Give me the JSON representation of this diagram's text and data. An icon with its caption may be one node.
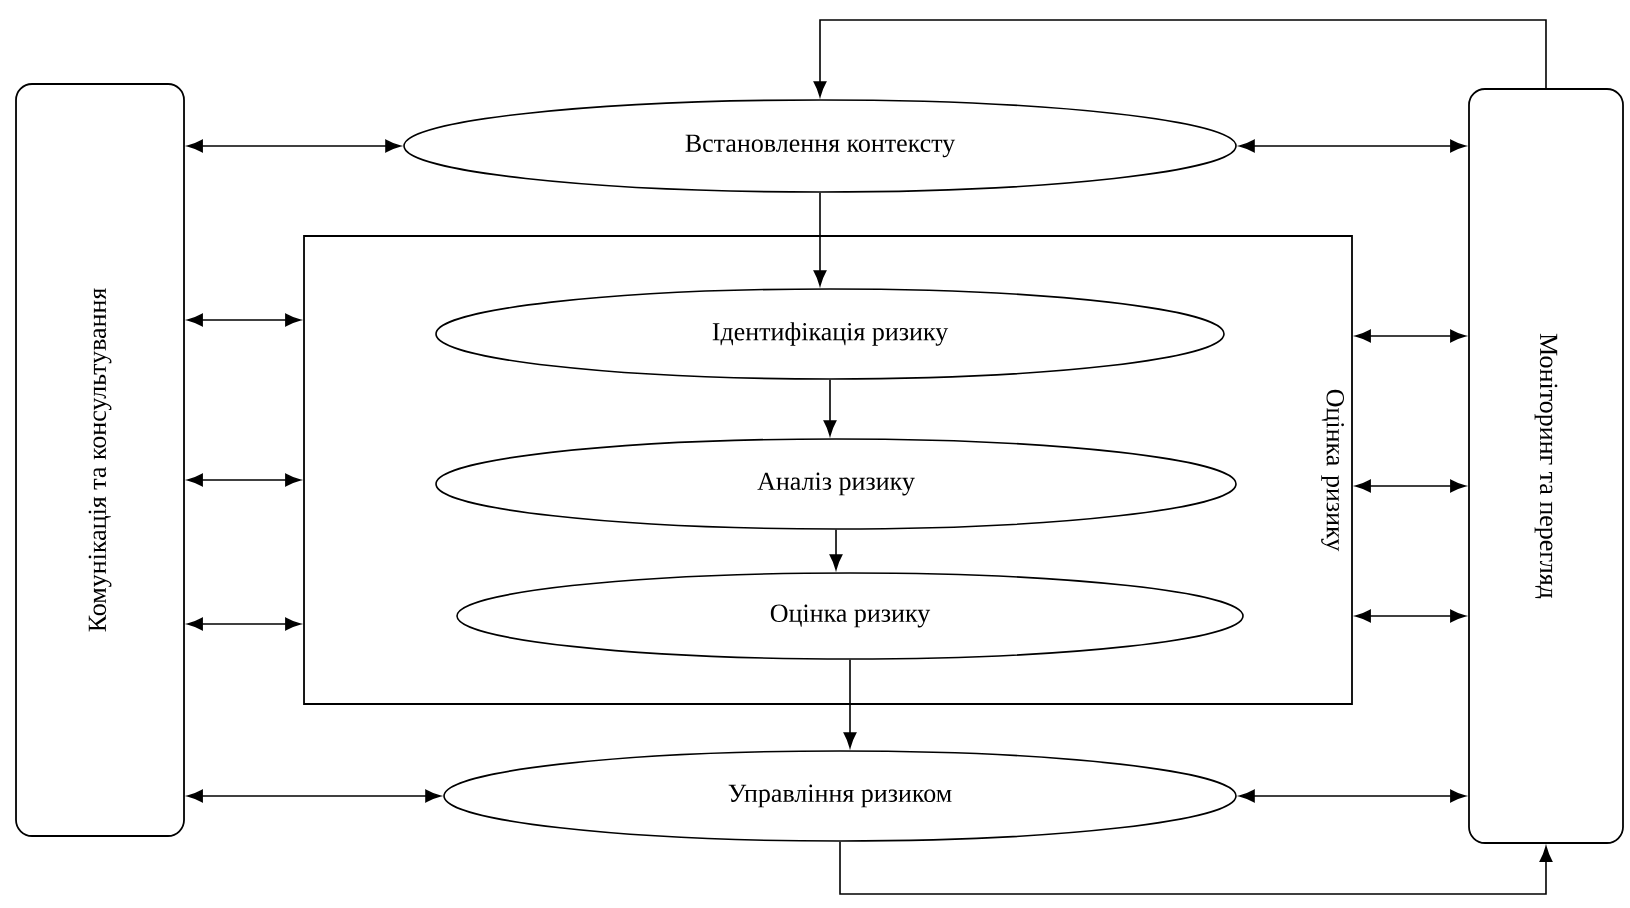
{
  "diagram": {
    "nodes": [
      {
        "text": [
          "Комунікація та консультування"
        ]
      },
      {
        "text": [
          "Моніторинг та перегляд"
        ]
      },
      {
        "text": [
          "Встановлення контексту"
        ]
      },
      {
        "text": [
          "Оцінка ризику"
        ]
      },
      {
        "text": [
          "Ідентифікація ризику"
        ],
        "in": 3
      },
      {
        "text": [
          "Аналіз ризику"
        ],
        "in": 3
      },
      {
        "text": [
          "Оцінка ризику"
        ],
        "in": 3
      },
      {
        "text": [
          "Управління ризиком"
        ]
      }
    ],
    "edges": [
      {
        "from": 0,
        "to": 2,
        "arrow": "both"
      },
      {
        "from": 2,
        "to": 1,
        "arrow": "both"
      },
      {
        "from": 0,
        "to": 3,
        "arrow": "both"
      },
      {
        "from": 0,
        "to": 3,
        "arrow": "both"
      },
      {
        "from": 0,
        "to": 3,
        "arrow": "both"
      },
      {
        "from": 3,
        "to": 1,
        "arrow": "both"
      },
      {
        "from": 3,
        "to": 1,
        "arrow": "both"
      },
      {
        "from": 3,
        "to": 1,
        "arrow": "both"
      },
      {
        "from": 2,
        "to": 4,
        "arrow": "to"
      },
      {
        "from": 4,
        "to": 5,
        "arrow": "to"
      },
      {
        "from": 5,
        "to": 6,
        "arrow": "to"
      },
      {
        "from": 6,
        "to": 7,
        "arrow": "to"
      },
      {
        "from": 0,
        "to": 7,
        "arrow": "both"
      },
      {
        "from": 7,
        "to": 1,
        "arrow": "both"
      },
      {
        "from": 7,
        "to": 1,
        "arrow": "to"
      },
      {
        "from": 1,
        "to": 2,
        "arrow": "to"
      }
    ]
  }
}
